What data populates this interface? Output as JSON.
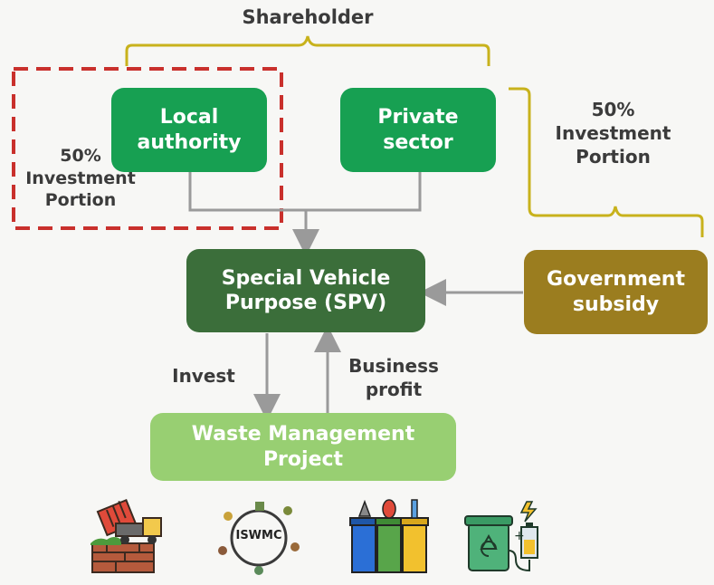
{
  "labels": {
    "shareholder": "Shareholder",
    "left_portion": [
      "50%",
      "Investment",
      "Portion"
    ],
    "right_portion": [
      "50%",
      "Investment",
      "Portion"
    ],
    "invest": "Invest",
    "business_profit": [
      "Business",
      "profit"
    ]
  },
  "boxes": {
    "local_authority": [
      "Local",
      "authority"
    ],
    "private_sector": [
      "Private",
      "sector"
    ],
    "spv": [
      "Special Vehicle",
      "Purpose (SPV)"
    ],
    "government_subsidy": [
      "Government",
      "subsidy"
    ],
    "waste_project": [
      "Waste Management",
      "Project"
    ]
  },
  "icons": {
    "iswmc_label": "ISWMC",
    "names": [
      "garbage-truck-icon",
      "iswmc-cycle-icon",
      "recycling-bins-icon",
      "recycle-bin-battery-icon"
    ]
  },
  "colors": {
    "local_authority": "#17a052",
    "private_sector": "#17a052",
    "spv": "#3b6e3a",
    "government_subsidy": "#9b7d1f",
    "waste_project": "#98cf72",
    "bracket": "#c8b21c",
    "dashed_border": "#c9302c",
    "connector": "#9a9a9a"
  }
}
